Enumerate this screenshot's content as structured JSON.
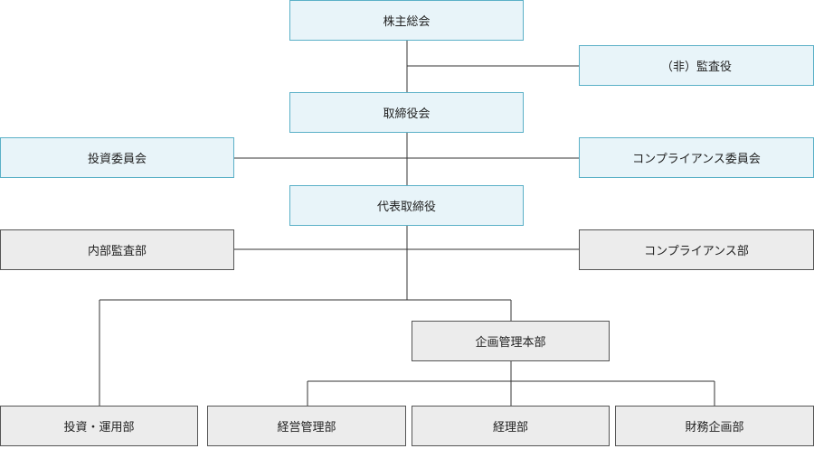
{
  "chart": {
    "shareholders_meeting": "株主総会",
    "auditor": "（非）監査役",
    "board": "取締役会",
    "investment_committee": "投資委員会",
    "compliance_committee": "コンプライアンス委員会",
    "ceo": "代表取締役",
    "internal_audit": "内部監査部",
    "compliance_dept": "コンプライアンス部",
    "planning_hq": "企画管理本部",
    "investment_ops": "投資・運用部",
    "business_mgmt": "経営管理部",
    "accounting": "経理部",
    "financial_planning": "財務企画部"
  },
  "colors": {
    "governance_fill": "#e8f4f9",
    "governance_border": "#5ab0c7",
    "department_fill": "#ececec",
    "department_border": "#555555",
    "connector": "#333333"
  }
}
